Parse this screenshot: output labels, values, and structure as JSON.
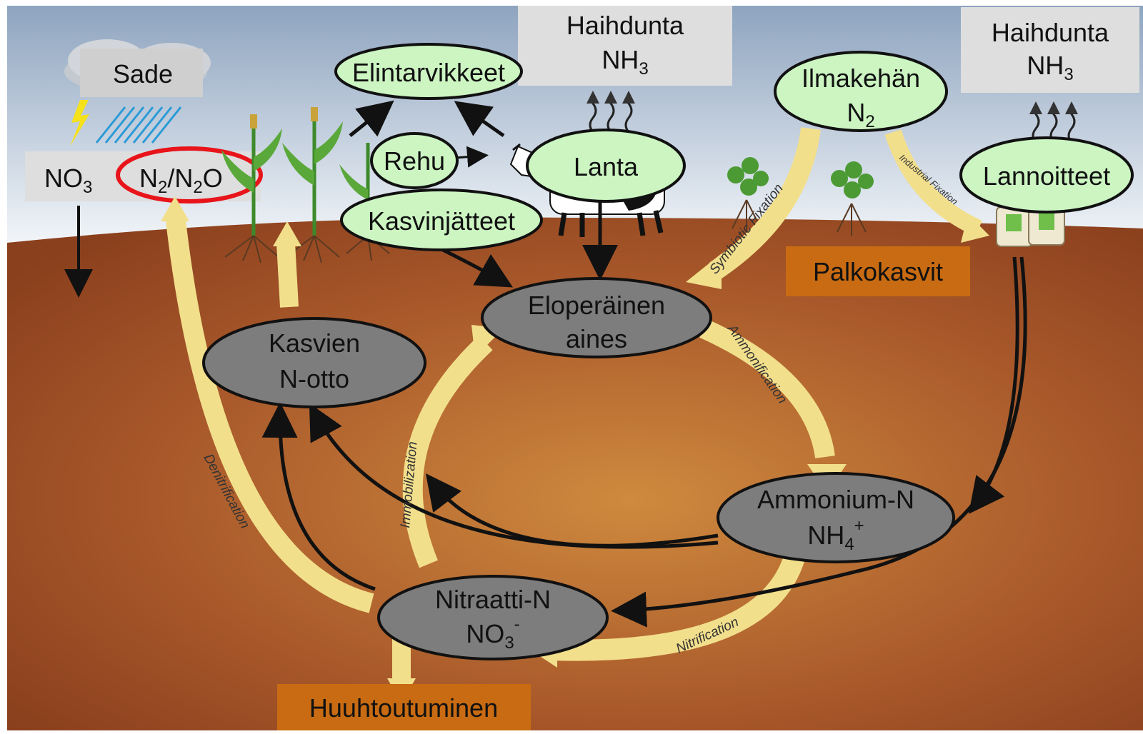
{
  "colors": {
    "sky_top": "#8ea4bf",
    "sky_bottom": "#ffffff",
    "soil_light": "#c9843a",
    "soil_dark": "#8a3f1d",
    "flow_arrow": "#f2df8c",
    "green_node": "#ccf5c2",
    "gray_node": "#7d7d7d",
    "gray_box": "#dedede",
    "orange_box": "#c86b12",
    "highlight_ring": "#e8141a"
  },
  "top": {
    "rain": {
      "label": "Sade"
    },
    "volat_left": {
      "line1": "Haihdunta",
      "line2_main": "NH",
      "line2_sub": "3"
    },
    "volat_right": {
      "line1": "Haihdunta",
      "line2_main": "NH",
      "line2_sub": "3"
    },
    "nitrate": {
      "main": "NO",
      "sub": "3"
    },
    "n2_n2o": {
      "a": "N",
      "a_sub": "2",
      "sep": "/N",
      "b_sub": "2",
      "b": "O"
    }
  },
  "nodes": {
    "food": "Elintarvikkeet",
    "feed": "Rehu",
    "manure": "Lanta",
    "crop_residue": "Kasvinjätteet",
    "atmosphere": {
      "line1": "Ilmakehän",
      "line2_main": "N",
      "line2_sub": "2"
    },
    "fertilizers": "Lannoitteet",
    "organic": {
      "line1": "Eloperäinen",
      "line2": "aines"
    },
    "plant_uptake": {
      "line1": "Kasvien",
      "line2": "N-otto"
    },
    "ammonium": {
      "line1": "Ammonium-N",
      "line2_main": "NH",
      "line2_sub": "4",
      "line2_sup": "+"
    },
    "nitrate_n": {
      "line1": "Nitraatti-N",
      "line2_main": "NO",
      "line2_sub": "3",
      "line2_sup": "-"
    }
  },
  "boxes": {
    "legumes": "Palkokasvit",
    "leaching": "Huuhtoutuminen"
  },
  "processes": {
    "symbiotic": "Symbiotic Fixation",
    "industrial": "Industrial Fixation",
    "ammonification": "Ammonification",
    "immobilization": "Immobilization",
    "denitrification": "Denitrification",
    "nitrification": "Nitrification"
  }
}
